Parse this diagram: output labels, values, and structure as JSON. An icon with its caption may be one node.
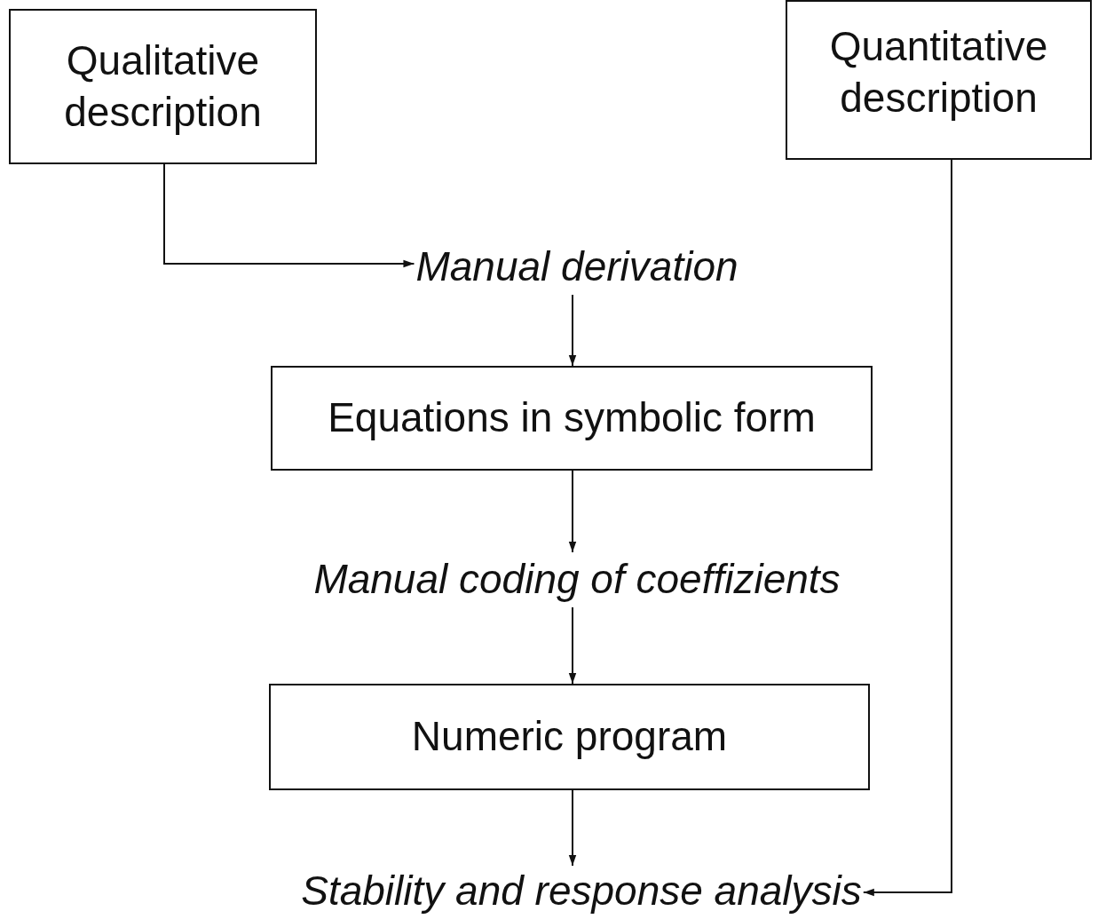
{
  "diagram": {
    "nodes": [
      {
        "text": [
          "Qualitative description"
        ]
      },
      {
        "text": [
          "Quantitative description"
        ]
      },
      {
        "text": [
          "Manual derivation"
        ]
      },
      {
        "text": [
          "Equations in symbolic form"
        ]
      },
      {
        "text": [
          "Manual coding of coeffizients"
        ]
      },
      {
        "text": [
          "Numeric program"
        ]
      },
      {
        "text": [
          "Stability and response analysis"
        ]
      }
    ],
    "edges": [
      {
        "from": 0,
        "to": 2,
        "arrow": "to"
      },
      {
        "from": 2,
        "to": 3,
        "arrow": "to"
      },
      {
        "from": 3,
        "to": 4,
        "arrow": "to"
      },
      {
        "from": 4,
        "to": 5,
        "arrow": "to"
      },
      {
        "from": 5,
        "to": 6,
        "arrow": "to"
      },
      {
        "from": 1,
        "to": 6,
        "arrow": "to"
      }
    ]
  }
}
